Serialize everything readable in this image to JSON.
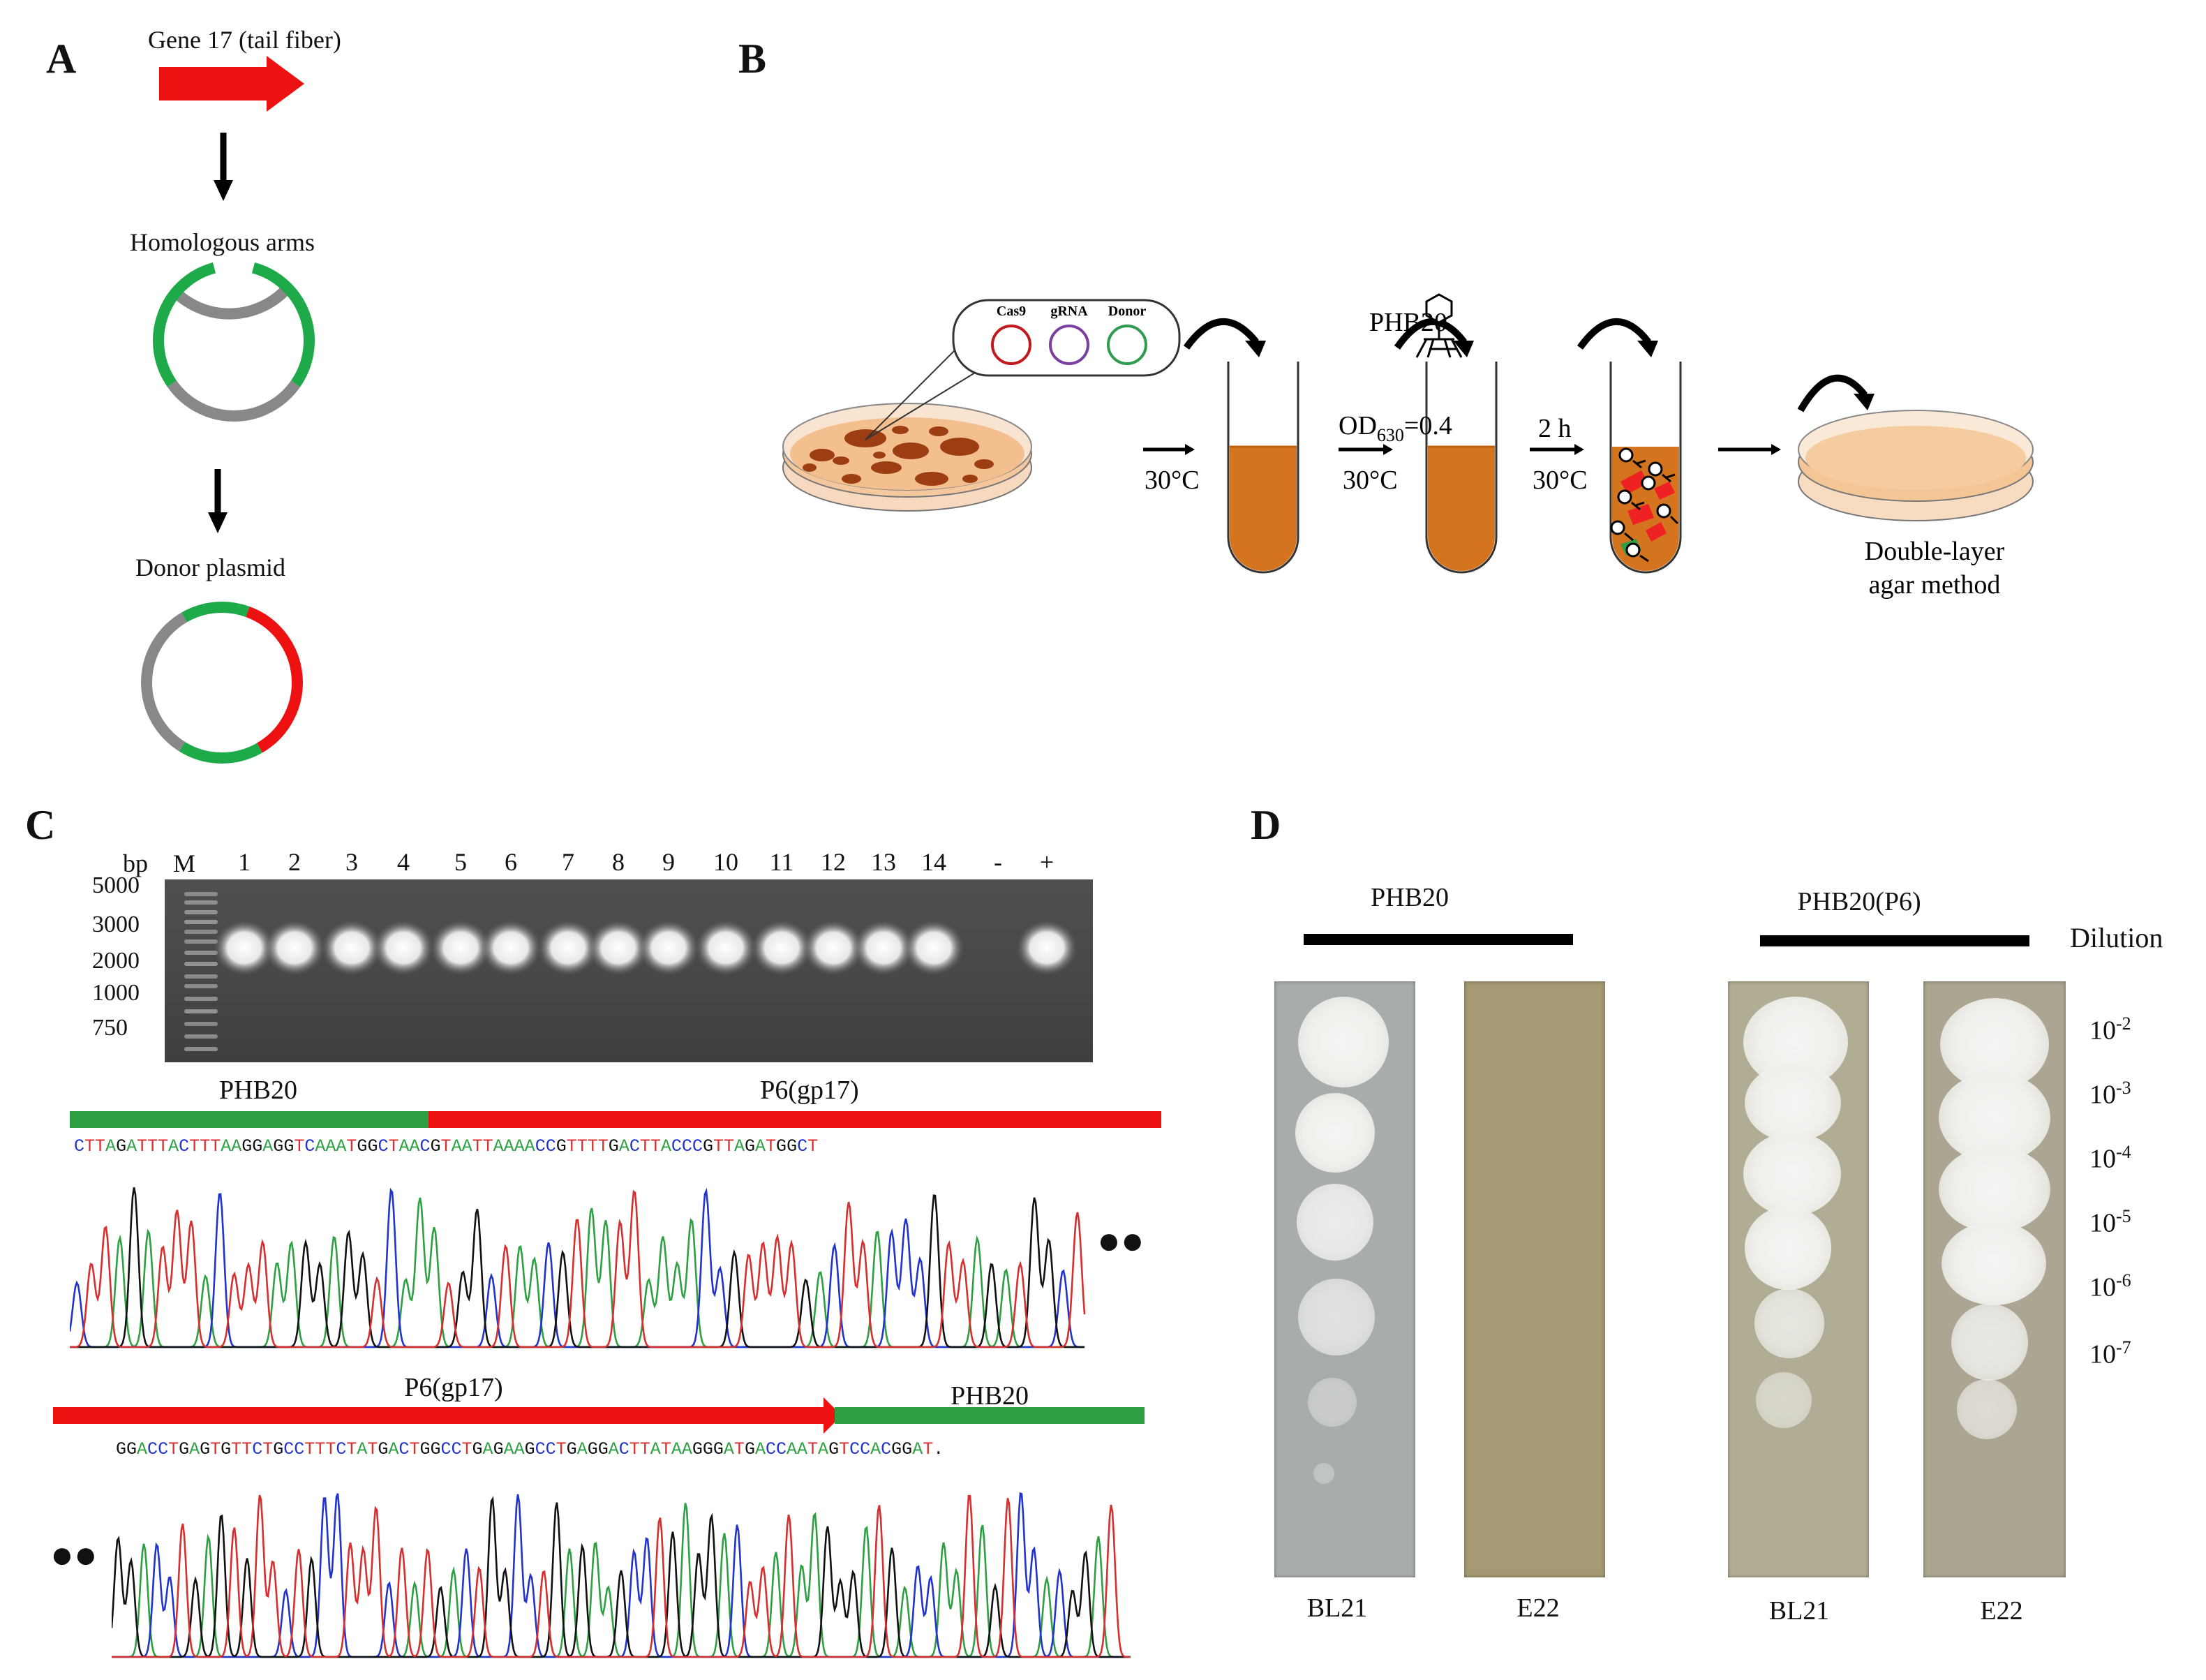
{
  "panels": {
    "A": "A",
    "B": "B",
    "C": "C",
    "D": "D"
  },
  "panel_a": {
    "gene_label": "Gene 17 (tail fiber)",
    "arms_label": "Homologous arms",
    "donor_label": "Donor plasmid"
  },
  "panel_b": {
    "plasmids": [
      "Cas9",
      "gRNA",
      "Donor"
    ],
    "plasmid_colors": [
      "#c2191e",
      "#7b3fa0",
      "#2e9b4f"
    ],
    "phage_label": "PHB20",
    "step1_temp": "30°C",
    "od_label": "OD",
    "od_sub": "630",
    "od_value": "=0.4",
    "step2_temp": "30°C",
    "step3_time": "2 h",
    "step3_temp": "30°C",
    "method_line1": "Double-layer",
    "method_line2": "agar method",
    "culture_color": "#d4741f"
  },
  "panel_c": {
    "bp_label": "bp",
    "marker_label": "M",
    "lanes": [
      "1",
      "2",
      "3",
      "4",
      "5",
      "6",
      "7",
      "8",
      "9",
      "10",
      "11",
      "12",
      "13",
      "14",
      "-",
      "+"
    ],
    "ladder": [
      "5000",
      "3000",
      "2000",
      "1000",
      "750"
    ],
    "seq1": {
      "left_label": "PHB20",
      "right_label": "P6(gp17)",
      "left_bases": "CTTAGATTTACTTTAAGGAGGTCAAA",
      "right_bases": "TGGCTAACGTAATTAAAACCGTTTTGACTTACCCGTTAGATGGCT"
    },
    "seq2": {
      "left_label": "P6(gp17)",
      "right_label": "PHB20",
      "left_bases": "GGACCTGAGTGTTCTGCCTTTCTATGACTGGCCTGAGAAGCCTGAGGACTTATAA",
      "right_bases": "GGGATGACCAATAGTCCACGGAT."
    },
    "continuation": "●●",
    "base_colors": {
      "A": "#2ea043",
      "C": "#2233cc",
      "G": "#111111",
      "T": "#d62f2f"
    }
  },
  "panel_d": {
    "group1": "PHB20",
    "group2": "PHB20(P6)",
    "dilution_header": "Dilution",
    "dilutions": [
      "10",
      "10",
      "10",
      "10",
      "10",
      "10"
    ],
    "exponents": [
      "-2",
      "-3",
      "-4",
      "-5",
      "-6",
      "-7"
    ],
    "strains": [
      "BL21",
      "E22",
      "BL21",
      "E22"
    ]
  }
}
